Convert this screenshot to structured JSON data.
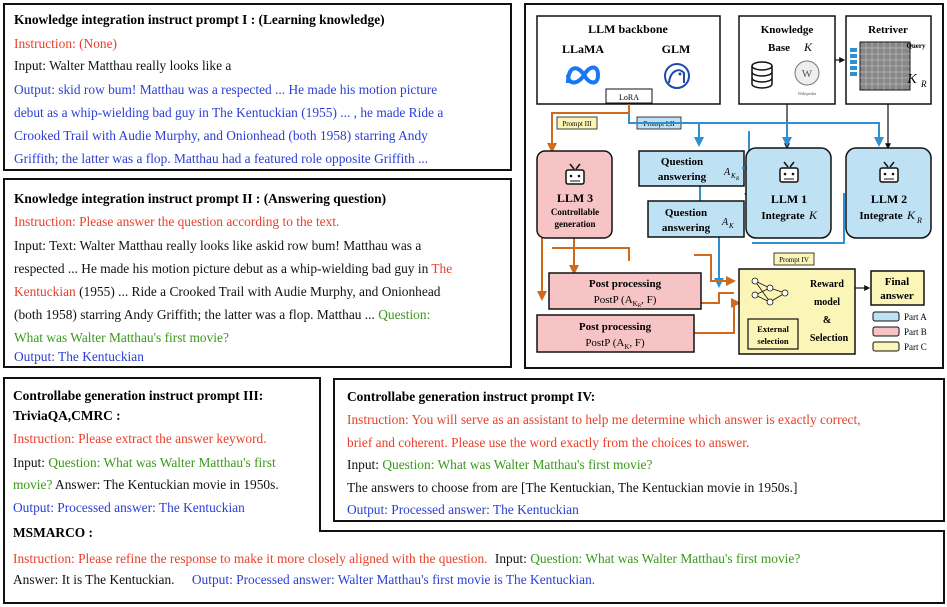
{
  "p1": {
    "title": "Knowledge integration instruct prompt I : (Learning knowledge)",
    "instruction": "Instruction: (None)",
    "input": "Input: Walter Matthau really looks like a",
    "output": [
      "Output: skid row bum! Matthau was a respected ... He made his motion picture",
      "debut as a whip-wielding bad guy in The Kentuckian (1955)  ... , he made Ride a",
      "Crooked Trail with Audie Murphy, and Onionhead (both 1958) starring Andy",
      "Griffith; the latter was a  flop. Matthau had a featured role opposite Griffith ..."
    ]
  },
  "p2": {
    "title": "Knowledge integration instruct prompt II : (Answering question)",
    "instruction": "Instruction: Please answer the question according to the text.",
    "line1": "Input: Text: Walter Matthau really looks like askid row bum! Matthau was a",
    "line2": "respected ... He made his motion picture debut as a whip-wielding bad guy in",
    "line2_red": "The",
    "line3_red": "Kentuckian",
    "line3": " (1955) ... Ride a Crooked Trail with Audie Murphy, and Onionhead",
    "line4": "(both 1958) starring Andy Griffith; the latter was a flop. Matthau ...",
    "line4_green": "Question:",
    "line5_green": "What was Walter Matthau's first movie?",
    "output": "Output: The Kentuckian"
  },
  "p3": {
    "title1": "Controllabe generation instruct prompt III:",
    "title2": "TriviaQA,CMRC :",
    "instruction": "Instruction: Please extract the answer keyword.",
    "input_label": "Input: ",
    "input_green1": "Question: What was Walter Matthau's first",
    "input_green2": "movie?",
    "answer": " Answer: The Kentuckian movie in 1950s.",
    "output": "Output: Processed answer: The Kentuckian",
    "msmarco_title": "MSMARCO :",
    "ms_instruction": "Instruction: Please refine the response to make it more closely aligned with the question.",
    "ms_input_label": "Input: ",
    "ms_input_green": "Question: What was Walter Matthau's first movie?",
    "ms_answer": "Answer: It is The Kentuckian.",
    "ms_output": "Output: Processed answer: Walter Matthau's first movie is The Kentuckian."
  },
  "p4": {
    "title": "Controllabe generation instruct prompt IV:",
    "instruction1": "Instruction: You will serve as an assistant to help me determine which answer is exactly correct,",
    "instruction2": "brief and coherent. Please use the word exactly from the choices to answer.",
    "input_label": "Input: ",
    "input_green": "Question: What was Walter Matthau's first movie?",
    "choices": "The answers to choose from are [The Kentuckian, The Kentuckian movie in 1950s.]",
    "output": "Output: Processed answer: The Kentuckian"
  },
  "diagram": {
    "backbone_title": "LLM backbone",
    "llama": "LLaMA",
    "glm": "GLM",
    "lora": "LoRA",
    "kb_title": "Knowledge",
    "kb_base": "Base",
    "kb_k": "K",
    "wiki": "Wikipedia",
    "retriever": "Retriver",
    "query": "Query",
    "kr": "K",
    "kr_sub": "R",
    "prompt3": "Prompt III",
    "prompt12": "Prompt I,II",
    "prompt4": "Prompt IV",
    "llm3_title": "LLM 3",
    "llm3_sub1": "Controllable",
    "llm3_sub2": "generation",
    "qa1_l1": "Question",
    "qa1_l2": "answering",
    "qa1_a": "A",
    "qa1_sub": "K",
    "qa1_sub2": "R",
    "qa2_l1": "Question",
    "qa2_l2": "answering",
    "qa2_a": "A",
    "qa2_sub": "K",
    "llm1_title": "LLM 1",
    "llm1_sub": "Integrate",
    "llm1_k": "K",
    "llm2_title": "LLM 2",
    "llm2_sub": "Integrate",
    "llm2_k": "K",
    "llm2_ksub": "R",
    "pp1_title": "Post processing",
    "pp1_fn": "PostP (A",
    "pp1_tail": ", F)",
    "pp2_title": "Post processing",
    "pp2_fn": "PostP (A",
    "pp2_tail": ", F)",
    "reward1": "Reward",
    "reward2": "model",
    "reward3": "&",
    "reward4": "Selection",
    "ext1": "External",
    "ext2": "selection",
    "final1": "Final",
    "final2": "answer",
    "legend_a": "Part A",
    "legend_b": "Part B",
    "legend_c": "Part C",
    "colors": {
      "partA": "#bfe1f4",
      "partB": "#f6c4c4",
      "partC": "#fbf5b7",
      "arrow_blue": "#2f8fd0",
      "arrow_orange": "#d0691c"
    }
  }
}
